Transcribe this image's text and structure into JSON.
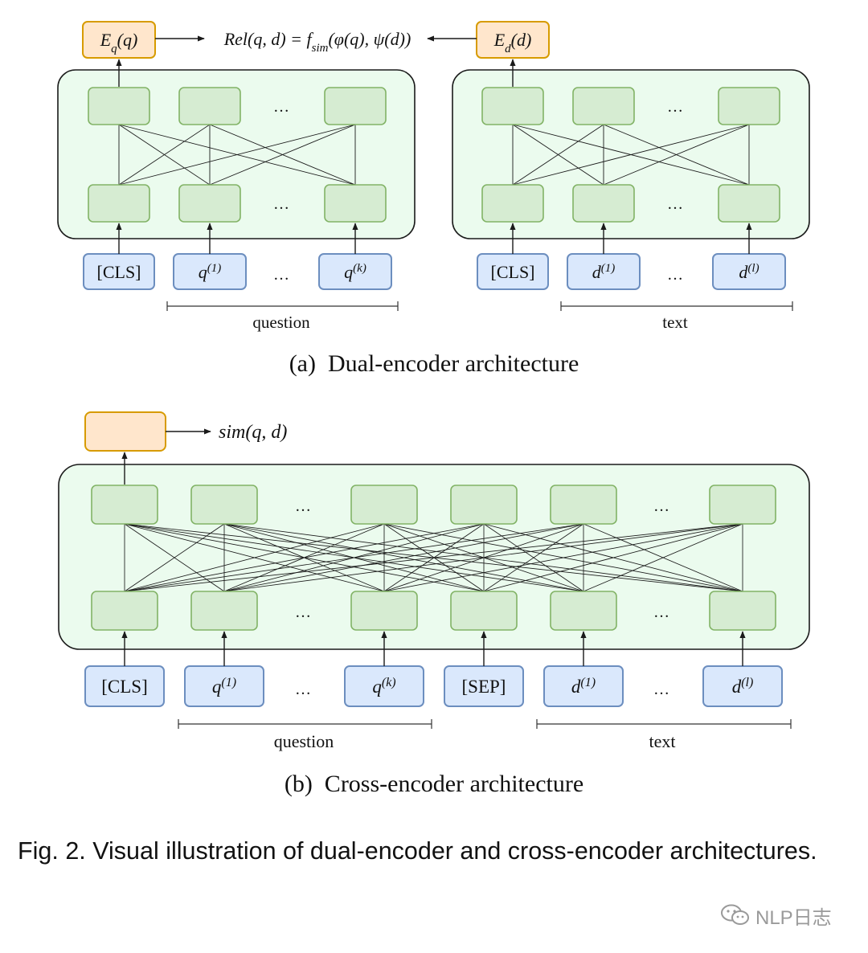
{
  "colors": {
    "encoder_fill": "#ebfbee",
    "encoder_stroke": "#1a1a1a",
    "hidden_fill": "#d6ecd2",
    "hidden_stroke": "#82b366",
    "token_fill": "#dae8fc",
    "token_stroke": "#6c8ebf",
    "output_fill": "#ffe6cc",
    "output_stroke": "#d79b00",
    "line": "#1a1a1a"
  },
  "dual": {
    "caption": "(a)  Dual-encoder architecture",
    "relevance_formula": "Rel(q, d) = f_sim(φ(q), ψ(d))",
    "query_encoder": {
      "output": "E_q(q)",
      "tokens": [
        "[CLS]",
        "q^(1)",
        "…",
        "q^(k)"
      ],
      "ellipsis": "…",
      "span_label": "question"
    },
    "doc_encoder": {
      "output": "E_d(d)",
      "tokens": [
        "[CLS]",
        "d^(1)",
        "…",
        "d^(l)"
      ],
      "ellipsis": "…",
      "span_label": "text"
    }
  },
  "cross": {
    "caption": "(b)  Cross-encoder architecture",
    "output_label": "sim(q, d)",
    "tokens": [
      "[CLS]",
      "q^(1)",
      "…",
      "q^(k)",
      "[SEP]",
      "d^(1)",
      "…",
      "d^(l)"
    ],
    "ellipsis": "…",
    "question_label": "question",
    "text_label": "text"
  },
  "figure_caption": "Fig. 2. Visual illustration of dual-encoder and cross-encoder architectures.",
  "watermark": "NLP日志",
  "icons": {
    "watermark": "wechat-icon"
  }
}
